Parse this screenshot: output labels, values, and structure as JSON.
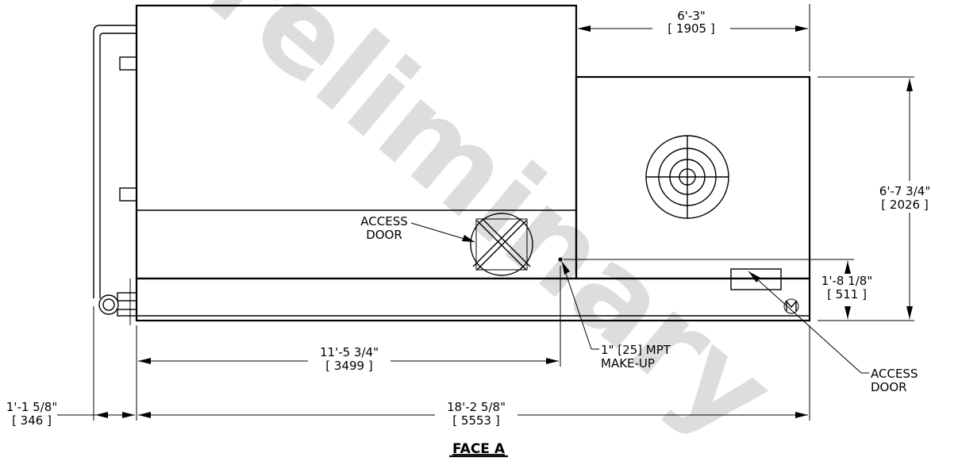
{
  "watermark": "Preliminary",
  "title": "FACE A",
  "callouts": {
    "access_door_left": [
      "ACCESS",
      "DOOR"
    ],
    "makeup": [
      "1\" [25] MPT",
      "MAKE-UP"
    ],
    "access_door_right": [
      "ACCESS",
      "DOOR"
    ]
  },
  "dimensions": {
    "fan_section_width": {
      "imperial": "6'-3\"",
      "metric": "[ 1905 ]"
    },
    "fan_section_height": {
      "imperial": "6'-7 3/4\"",
      "metric": "[ 2026 ]"
    },
    "makeup_height": {
      "imperial": "1'-8 1/8\"",
      "metric": "[ 511 ]"
    },
    "makeup_offset": {
      "imperial": "11'-5 3/4\"",
      "metric": "[ 3499 ]"
    },
    "pipe_offset": {
      "imperial": "1'-1 5/8\"",
      "metric": "[ 346 ]"
    },
    "overall_length": {
      "imperial": "18'-2 5/8\"",
      "metric": "[ 5553 ]"
    }
  }
}
